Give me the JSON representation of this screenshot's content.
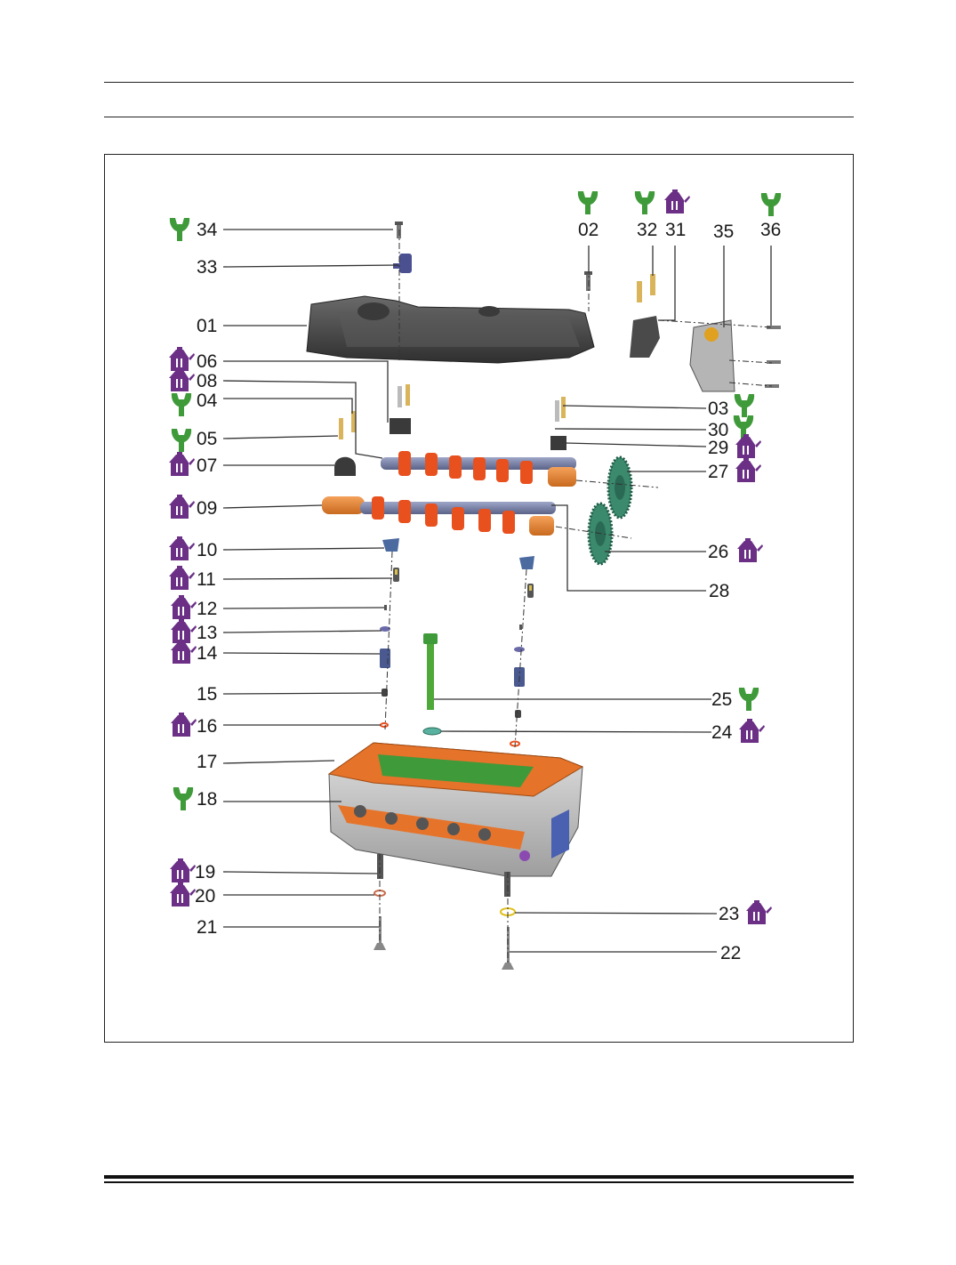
{
  "legend_icons": {
    "wrench": "wrench-icon",
    "oil_can": "oil-can-icon",
    "wrench_color": "#3f9a3a",
    "oil_can_color": "#6b2f86"
  },
  "callouts": [
    {
      "id": "c34",
      "label": "34",
      "icon": "wrench"
    },
    {
      "id": "c33",
      "label": "33",
      "icon": ""
    },
    {
      "id": "c01",
      "label": "01",
      "icon": ""
    },
    {
      "id": "c06",
      "label": "06",
      "icon": "oil"
    },
    {
      "id": "c08",
      "label": "08",
      "icon": "oil"
    },
    {
      "id": "c04",
      "label": "04",
      "icon": "wrench"
    },
    {
      "id": "c05",
      "label": "05",
      "icon": "wrench"
    },
    {
      "id": "c07",
      "label": "07",
      "icon": "oil"
    },
    {
      "id": "c09",
      "label": "09",
      "icon": "oil"
    },
    {
      "id": "c10",
      "label": "10",
      "icon": "oil"
    },
    {
      "id": "c11",
      "label": "11",
      "icon": "oil"
    },
    {
      "id": "c12",
      "label": "12",
      "icon": "oil"
    },
    {
      "id": "c13",
      "label": "13",
      "icon": "oil"
    },
    {
      "id": "c14",
      "label": "14",
      "icon": "oil"
    },
    {
      "id": "c15",
      "label": "15",
      "icon": ""
    },
    {
      "id": "c16",
      "label": "16",
      "icon": "oil"
    },
    {
      "id": "c17",
      "label": "17",
      "icon": ""
    },
    {
      "id": "c18",
      "label": "18",
      "icon": "wrench"
    },
    {
      "id": "c19",
      "label": "19",
      "icon": "oil"
    },
    {
      "id": "c20",
      "label": "20",
      "icon": "oil"
    },
    {
      "id": "c21",
      "label": "21",
      "icon": ""
    },
    {
      "id": "c02",
      "label": "02",
      "icon": "wrench"
    },
    {
      "id": "c32",
      "label": "32",
      "icon": "wrench"
    },
    {
      "id": "c31",
      "label": "31",
      "icon": "oil"
    },
    {
      "id": "c35",
      "label": "35",
      "icon": ""
    },
    {
      "id": "c36",
      "label": "36",
      "icon": "wrench"
    },
    {
      "id": "c03",
      "label": "03",
      "icon": "wrench"
    },
    {
      "id": "c30",
      "label": "30",
      "icon": "wrench"
    },
    {
      "id": "c29",
      "label": "29",
      "icon": "oil"
    },
    {
      "id": "c27",
      "label": "27",
      "icon": "oil"
    },
    {
      "id": "c26",
      "label": "26",
      "icon": "oil"
    },
    {
      "id": "c28",
      "label": "28",
      "icon": ""
    },
    {
      "id": "c25",
      "label": "25",
      "icon": "wrench"
    },
    {
      "id": "c24",
      "label": "24",
      "icon": "oil"
    },
    {
      "id": "c23",
      "label": "23",
      "icon": "oil"
    },
    {
      "id": "c22",
      "label": "22",
      "icon": ""
    }
  ],
  "part_colors": {
    "cover": "#4a4a4a",
    "camshaft_accent": "#e8501e",
    "orange_surface": "#e6732a",
    "green_surface": "#3f9a3a",
    "gear": "#3b8a6e",
    "head_body": "#c9c9c9",
    "bolt": "#d9b45a"
  }
}
